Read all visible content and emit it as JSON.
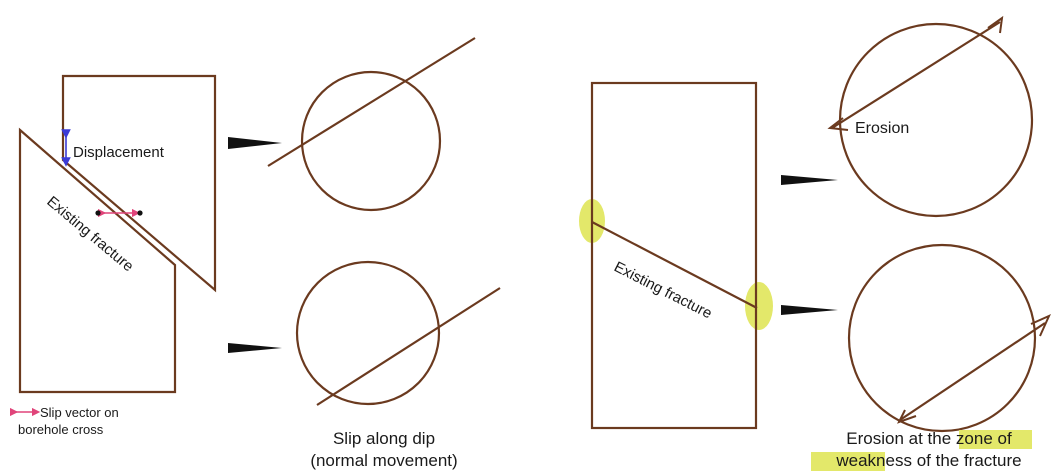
{
  "left_panel": {
    "displacement_label": "Displacement",
    "fracture_label": "Existing fracture",
    "legend_line1": "Slip vector on",
    "legend_line2": "borehole cross",
    "caption_line1": "Slip along dip",
    "caption_line2": "(normal movement)"
  },
  "right_panel": {
    "fracture_label": "Existing fracture",
    "erosion_label": "Erosion",
    "caption_line1": "Erosion at the zone of",
    "caption_line2_prefix": "weakness",
    "caption_line2_suffix": " of the fracture"
  },
  "colors": {
    "outline": "#6b3a1f",
    "arrow": "#111111",
    "displacement_arrow": "#3b3bd6",
    "slip_vector": "#e0447a",
    "highlight": "#e3e86a"
  }
}
